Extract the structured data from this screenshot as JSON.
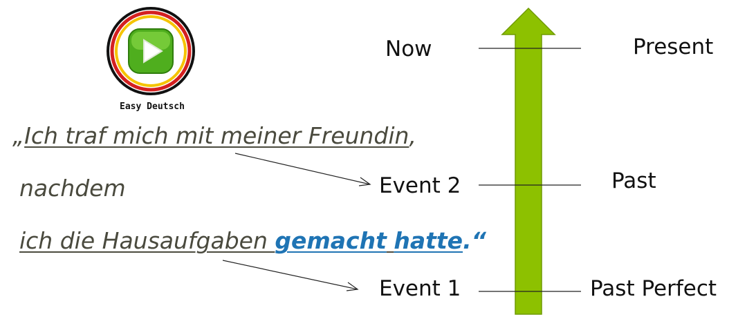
{
  "logo": {
    "text": "Easy Deutsch",
    "icon": "play-icon"
  },
  "sentence": {
    "open_quote": "„",
    "line1": "Ich traf mich mit meiner Freundin",
    "comma": ",",
    "line2": "nachdem",
    "line3_part1": "ich die Hausaufgaben ",
    "verb1": "gemacht",
    "space": " ",
    "verb2": "hatte",
    "close": ".“"
  },
  "timeline": {
    "events": {
      "now": "Now",
      "event2": "Event 2",
      "event1": "Event 1"
    },
    "tenses": {
      "present": "Present",
      "past": "Past",
      "past_perfect": "Past Perfect"
    }
  },
  "colors": {
    "arrow_fill": "#8dc100",
    "arrow_stroke": "#6f9a00",
    "highlight": "#1f74b4",
    "sentence_text": "#4a4a3e"
  }
}
